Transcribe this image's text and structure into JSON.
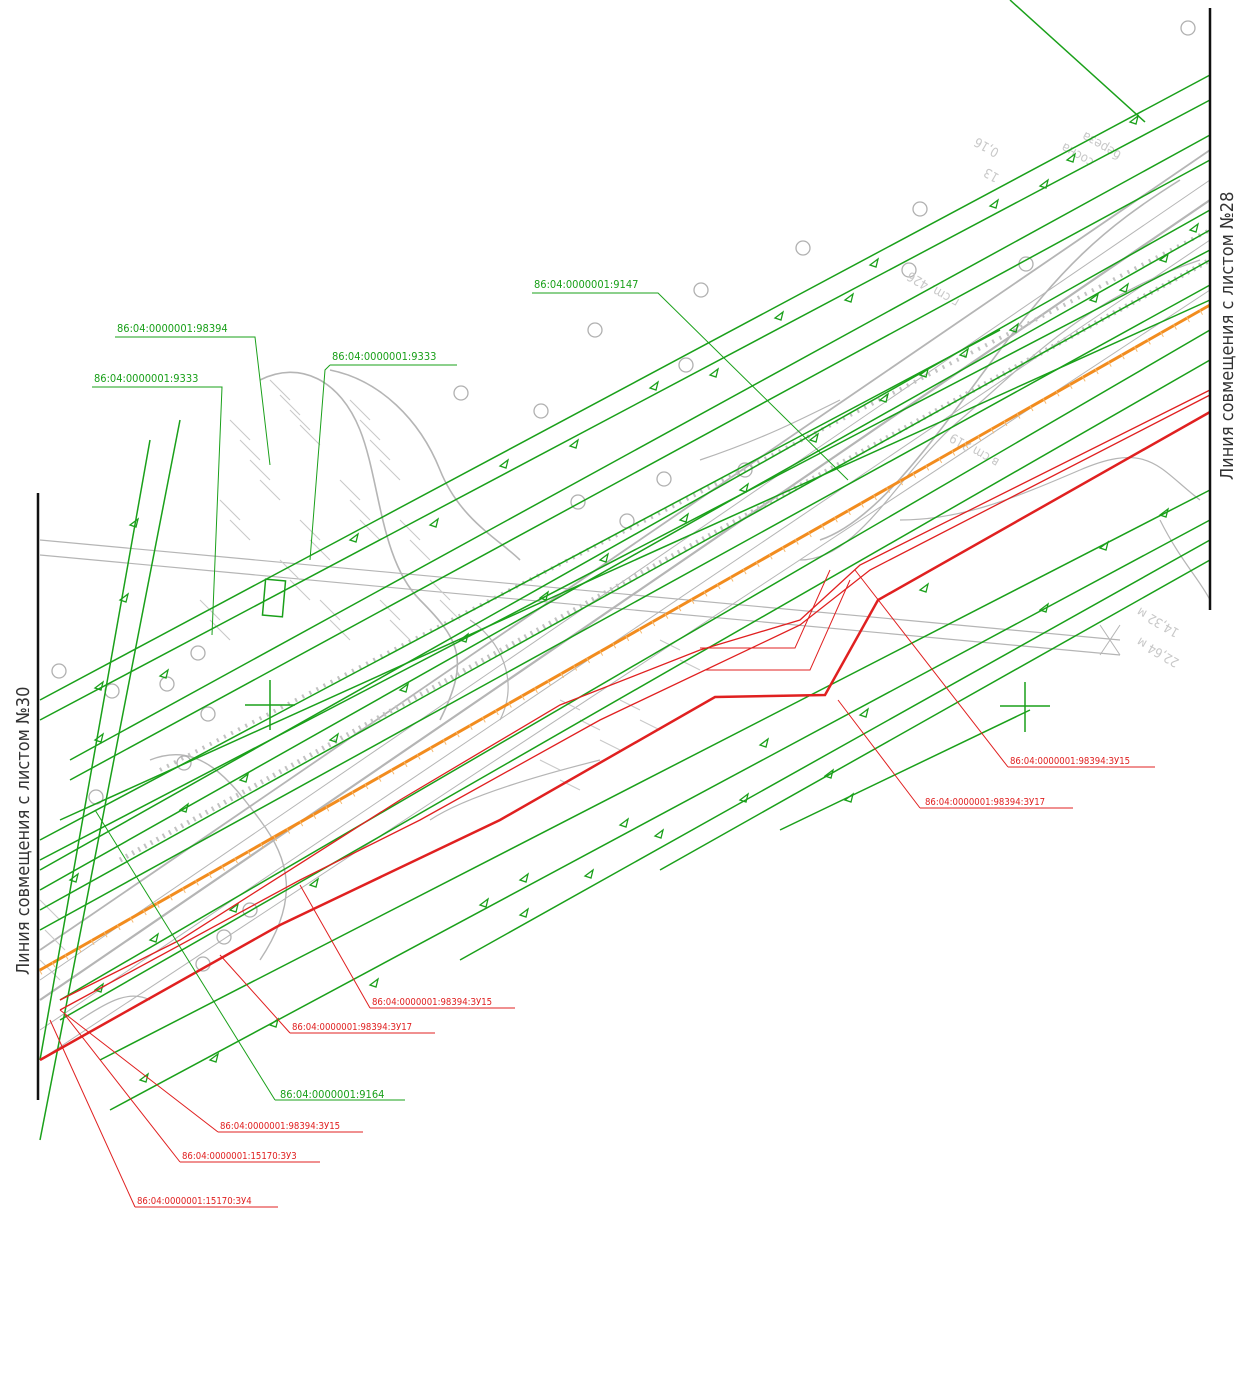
{
  "sheet_links": {
    "left": "Линия совмещения с листом №30",
    "right": "Линия совмещения с листом №28"
  },
  "green_labels": [
    "86:04:0000001:98394",
    "86:04:0000001:9333",
    "86:04:0000001:9333",
    "86:04:0000001:9147",
    "86:04:0000001:9164"
  ],
  "red_labels": [
    "86:04:0000001:98394:ЗУ15",
    "86:04:0000001:98394:ЗУ17",
    "86:04:0000001:98394:ЗУ15",
    "86:04:0000001:98394:ЗУ17",
    "86:04:0000001:98394:ЗУ15",
    "86:04:0000001:15170:ЗУ3",
    "86:04:0000001:15170:ЗУ4"
  ],
  "colors": {
    "cadastral_parcel": "#1aa01a",
    "new_parcel": "#e02020",
    "alignment": "#f28c1e",
    "topography": "#b0b0b0"
  },
  "faint_annotations": [
    "береза",
    "сосна",
    "13",
    "0,16",
    "г cm. 426",
    "в cm.219",
    "14,32 м",
    "22,64 м"
  ]
}
